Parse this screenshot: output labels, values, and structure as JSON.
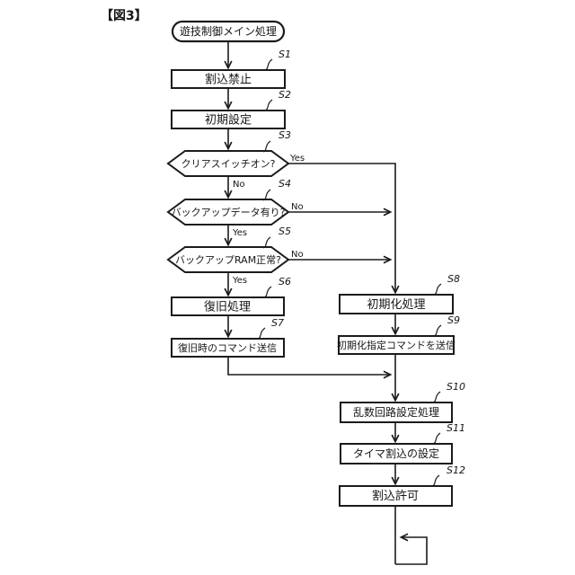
{
  "figure": {
    "title": "【図3】"
  },
  "branch": {
    "yes": "Yes",
    "no": "No"
  },
  "nodes": {
    "start": {
      "label": "遊技制御メイン処理"
    },
    "s1": {
      "tag": "S1",
      "label": "割込禁止"
    },
    "s2": {
      "tag": "S2",
      "label": "初期設定"
    },
    "s3": {
      "tag": "S3",
      "label": "クリアスイッチオン?"
    },
    "s4": {
      "tag": "S4",
      "label": "バックアップデータ有り?"
    },
    "s5": {
      "tag": "S5",
      "label": "バックアップRAM正常?"
    },
    "s6": {
      "tag": "S6",
      "label": "復旧処理"
    },
    "s7": {
      "tag": "S7",
      "label": "復旧時のコマンド送信"
    },
    "s8": {
      "tag": "S8",
      "label": "初期化処理"
    },
    "s9": {
      "tag": "S9",
      "label": "初期化指定コマンドを送信"
    },
    "s10": {
      "tag": "S10",
      "label": "乱数回路設定処理"
    },
    "s11": {
      "tag": "S11",
      "label": "タイマ割込の設定"
    },
    "s12": {
      "tag": "S12",
      "label": "割込許可"
    }
  },
  "colors": {
    "ink": "#1b1b1b",
    "paper": "#ffffff"
  }
}
